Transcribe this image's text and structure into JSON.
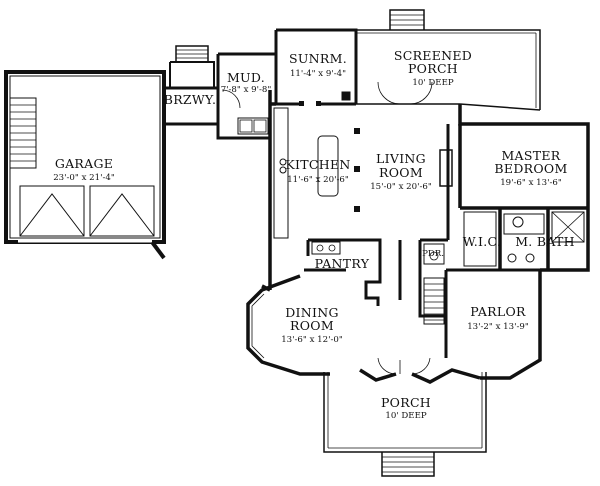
{
  "rooms": {
    "garage": {
      "name": "GARAGE",
      "dim": "23'-0\" x 21'-4\""
    },
    "breezeway": {
      "name": "BRZWY."
    },
    "mud": {
      "name": "MUD.",
      "dim": "7'-8\" x 9'-8\""
    },
    "sunroom": {
      "name": "SUNRM.",
      "dim": "11'-4\" x 9'-4\""
    },
    "screened_porch": {
      "name1": "SCREENED",
      "name2": "PORCH",
      "dim": "10' DEEP"
    },
    "kitchen": {
      "name": "KITCHEN",
      "dim": "11'-6\" x 20'-6\""
    },
    "living": {
      "name1": "LIVING",
      "name2": "ROOM",
      "dim": "15'-0\" x 20'-6\""
    },
    "master": {
      "name1": "MASTER",
      "name2": "BEDROOM",
      "dim": "19'-6\" x 13'-6\""
    },
    "wic": {
      "name": "W.I.C."
    },
    "mbath": {
      "name": "M. BATH"
    },
    "pantry": {
      "name": "PANTRY"
    },
    "pdr": {
      "name": "PDR."
    },
    "dining": {
      "name1": "DINING",
      "name2": "ROOM",
      "dim": "13'-6\" x 12'-0\""
    },
    "parlor": {
      "name": "PARLOR",
      "dim": "13'-2\" x 13'-9\""
    },
    "porch": {
      "name": "PORCH",
      "dim": "10' DEEP"
    }
  }
}
